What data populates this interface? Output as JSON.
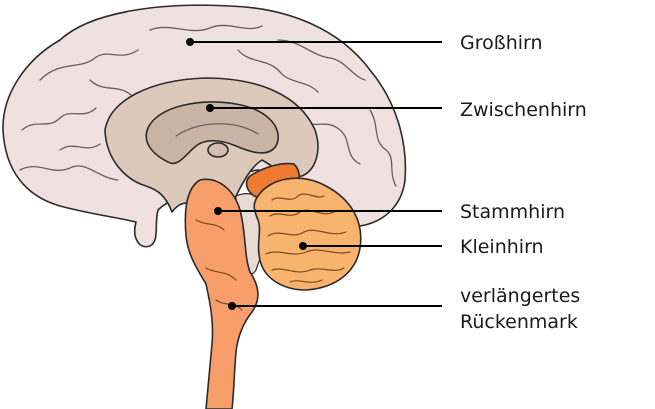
{
  "labels": {
    "cerebrum": "Großhirn",
    "diencephalon": "Zwischenhirn",
    "brainstem": "Stammhirn",
    "cerebellum": "Kleinhirn",
    "medulla_line1": "verlängertes",
    "medulla_line2": "Rückenmark"
  },
  "colors": {
    "cerebrum": "#f0e1e0",
    "diencephalon": "#ddc9bc",
    "diencephalon_inner": "#c9b4a6",
    "brainstem": "#f79e6b",
    "cerebellum": "#f8b36e",
    "midbrain_patch": "#ef7b33",
    "background_tissue": "#e7dcd3"
  }
}
